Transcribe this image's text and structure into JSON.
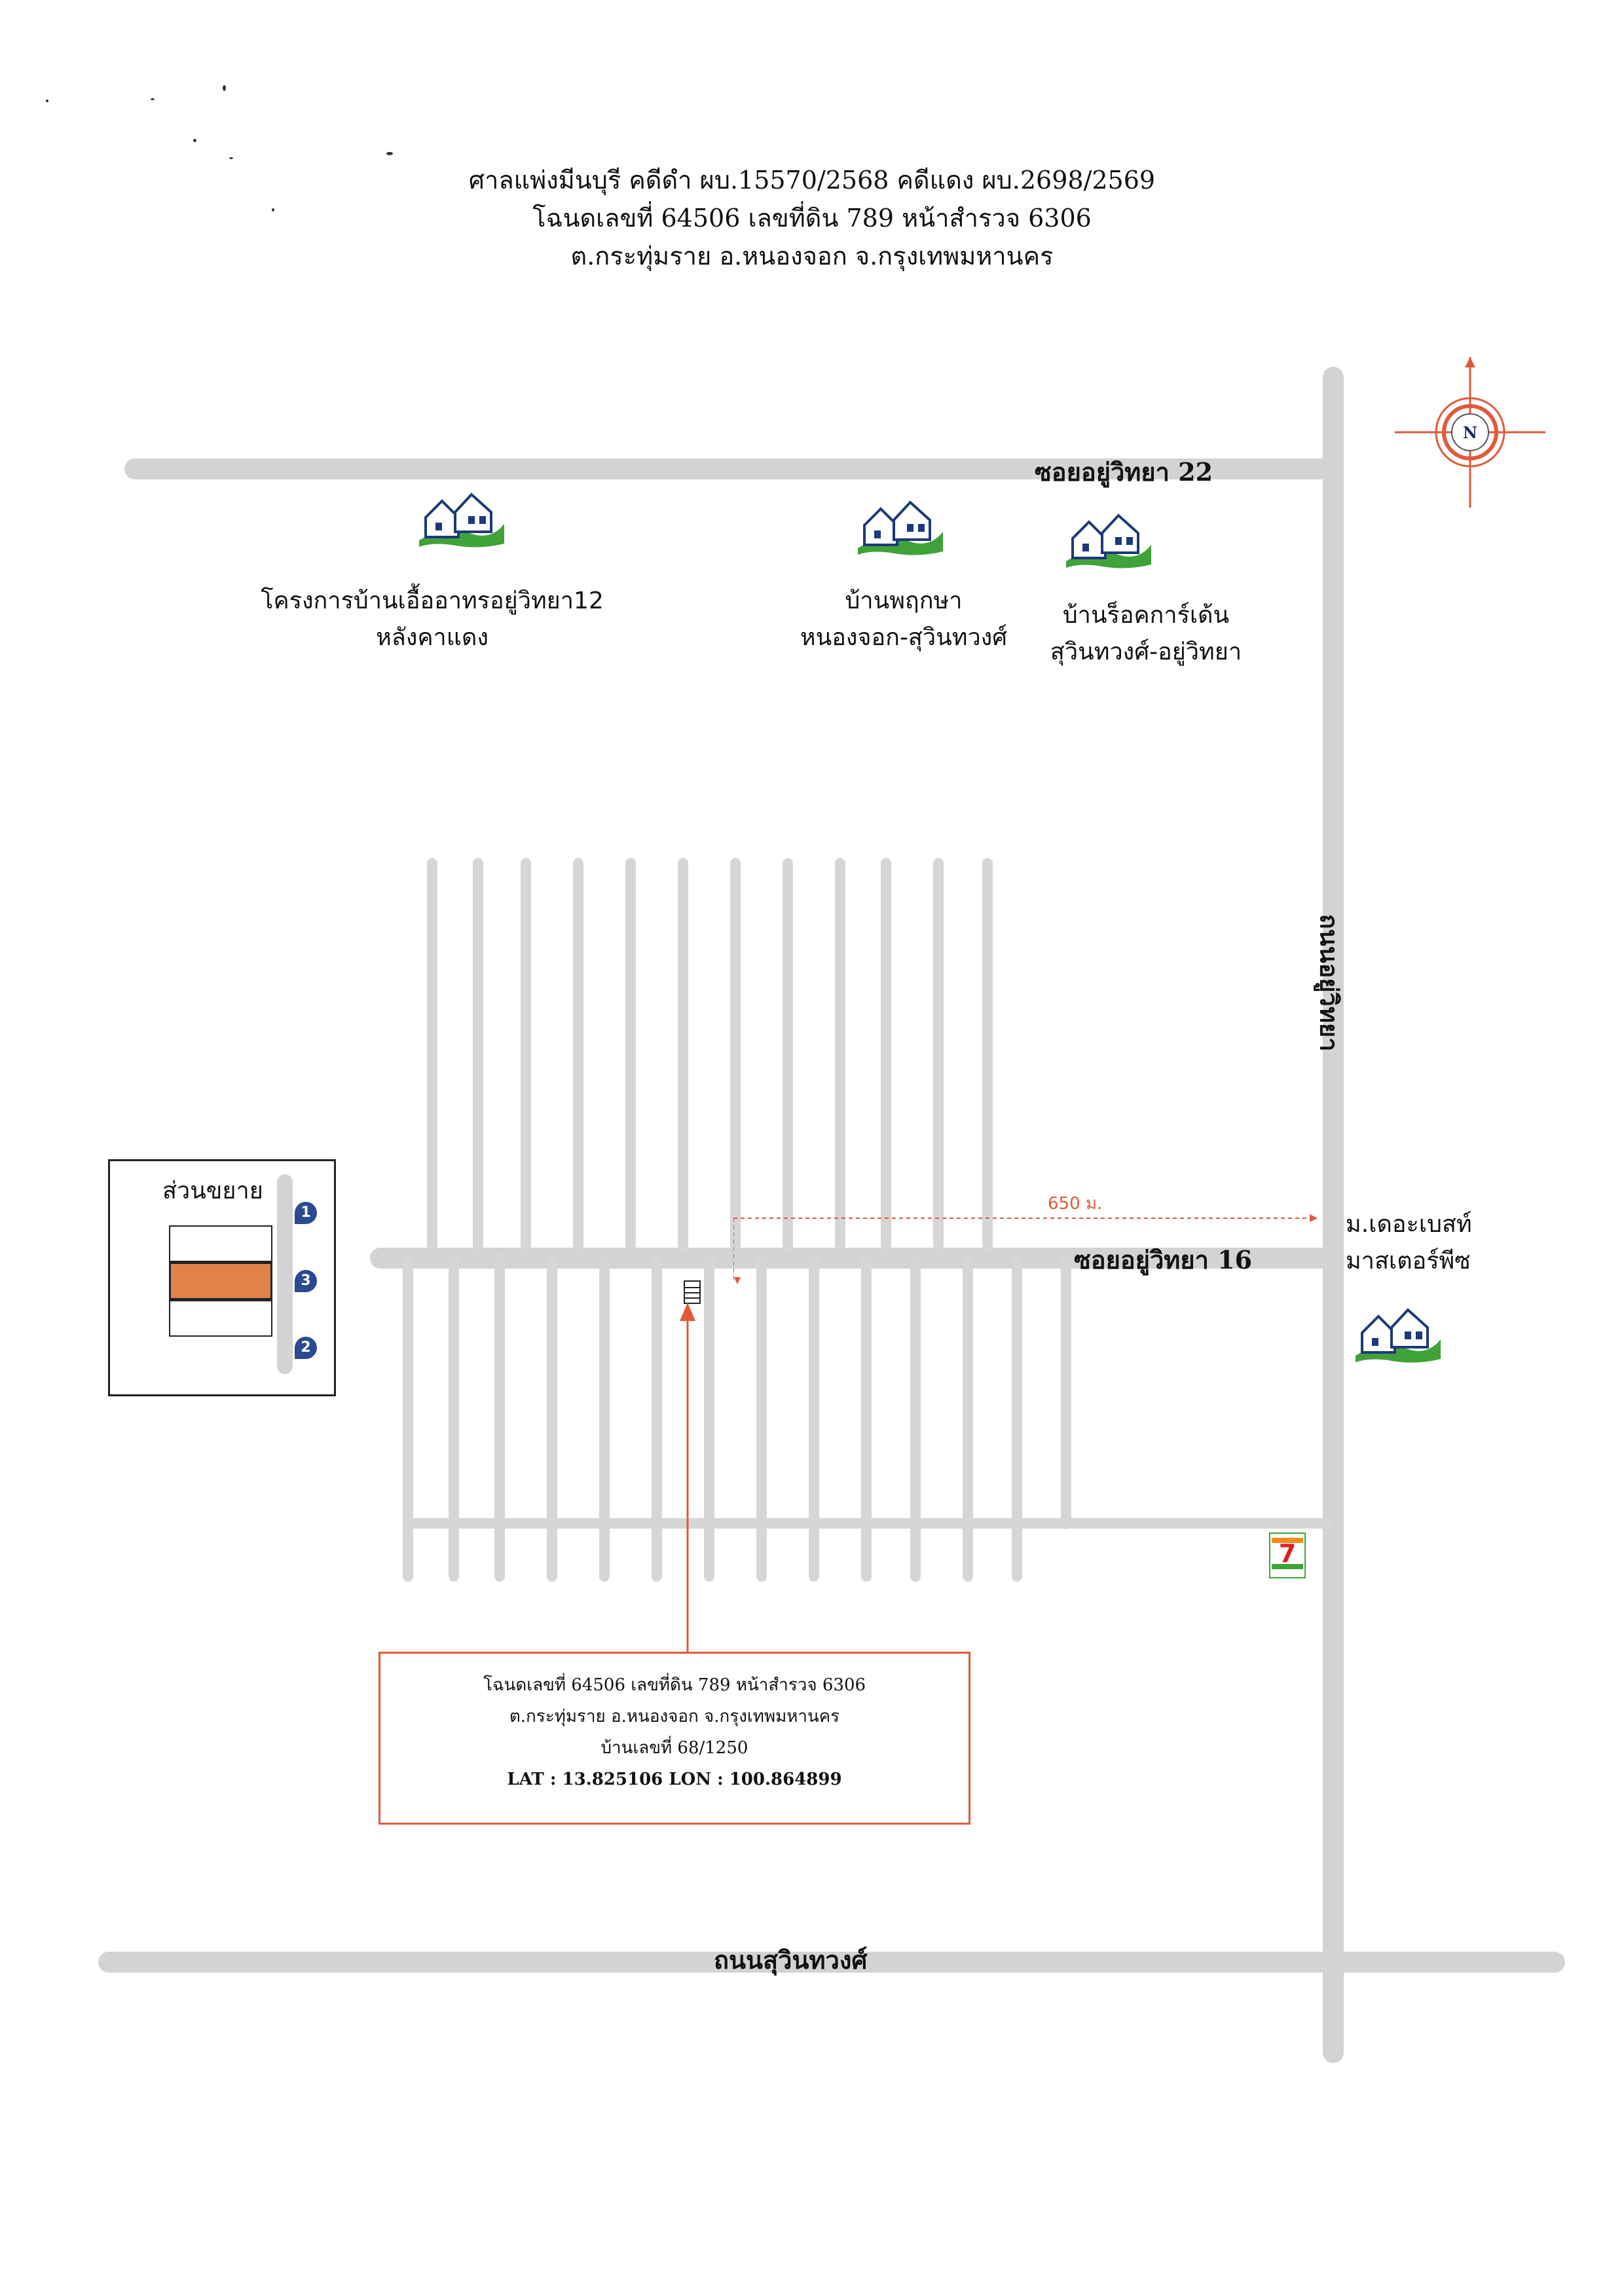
{
  "header": {
    "line1": "ศาลแพ่งมีนบุรี คดีดำ ผบ.15570/2568 คดีแดง ผบ.2698/2569",
    "line2": "โฉนดเลขที่ 64506 เลขที่ดิน 789 หน้าสำรวจ 6306",
    "line3": "ต.กระทุ่มราย อ.หนองจอก จ.กรุงเทพมหานคร"
  },
  "compass": {
    "label": "N",
    "color": "#e05a3a"
  },
  "roads": {
    "soi22": "ซอยอยู่วิทยา 22",
    "soi16": "ซอยอยู่วิทยา 16",
    "main_vertical": "ถนนอยู่วิทยา",
    "sukhumvit": "ถนนสุวินทวงศ์"
  },
  "distance": {
    "label": "650 ม.",
    "color": "#e05a3a"
  },
  "landmarks": [
    {
      "line1": "โครงการบ้านเอื้ออาทรอยู่วิทยา12",
      "line2": "หลังคาแดง",
      "icon": "house-icon"
    },
    {
      "line1": "บ้านพฤกษา",
      "line2": "หนองจอก-สุวินทวงศ์",
      "icon": "house-icon"
    },
    {
      "line1": "บ้านร็อคการ์เด้น",
      "line2": "สุวินทวงศ์-อยู่วิทยา",
      "icon": "house-icon"
    },
    {
      "line1": "ม.เดอะเบสท์",
      "line2": "มาสเตอร์พีซ",
      "icon": "house-icon"
    }
  ],
  "store": {
    "icon": "seven-eleven-icon",
    "brand": "7"
  },
  "inset": {
    "title": "ส่วนขยาย",
    "pins": [
      "1",
      "3",
      "2"
    ],
    "highlight_color": "#e0824a"
  },
  "infobox": {
    "line1": "โฉนดเลขที่ 64506 เลขที่ดิน 789 หน้าสำรวจ 6306",
    "line2": "ต.กระทุ่มราย อ.หนองจอก จ.กรุงเทพมหานคร",
    "line3": "บ้านเลขที่ 68/1250",
    "line4": "LAT : 13.825106 LON : 100.864899",
    "border_color": "#e05a3a"
  }
}
